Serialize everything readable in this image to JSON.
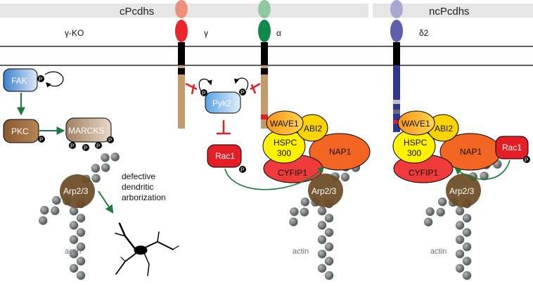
{
  "headers": {
    "cpcdhs": "cPcdhs",
    "ncpcdhs": "ncPcdhs"
  },
  "labels": {
    "gamma_ko": "γ-KO",
    "gamma": "γ",
    "alpha": "α",
    "delta2": "δ2",
    "phospho": "P",
    "actin_left": "actin",
    "actin_mid": "actin",
    "actin_right": "actin",
    "defective_line1": "defective",
    "defective_line2": "dendritic",
    "defective_line3": "arborization"
  },
  "proteins": {
    "fak": "FAK",
    "pkc": "PKC",
    "marcks": "MARCKS",
    "pyk2": "Pyk2",
    "rac1_mid": "Rac1",
    "rac1_right": "Rac1",
    "wave1_mid": "WAVE1",
    "wave1_right": "WAVE1",
    "abi2_mid": "ABI2",
    "abi2_right": "ABI2",
    "hspc_line1": "HSPC",
    "hspc_line2": "300",
    "nap1_mid": "NAP1",
    "nap1_right": "NAP1",
    "cyfip1_mid": "CYFIP1",
    "cyfip1_right": "CYFIP1",
    "arp23_left": "Arp2/3",
    "arp23_mid": "Arp2/3",
    "arp23_right": "Arp2/3"
  },
  "colors": {
    "header_bar": "#e6e6e6",
    "gamma_head": "#e8262c",
    "gamma_head_faded": "#f0907a",
    "alpha_head": "#0f8a4a",
    "alpha_head_faded": "#8fc9a0",
    "delta_head": "#5b5fae",
    "delta_head_faded": "#a6a8d2",
    "tail": "#c49a6c",
    "membrane": "#000000",
    "inhibit": "#e8262c",
    "activate": "#1d7a3e",
    "fak": "#4f8fd1",
    "pkc": "#9b6a3f",
    "marcks": "#c4a789",
    "pyk2": "#7fb6e6",
    "rac1": "#e31e24",
    "wave1": "#f6a623",
    "abi2": "#fbd300",
    "hspc": "#fff200",
    "nap1": "#f26522",
    "cyfip1": "#ef3b3b",
    "arp23": "#6b4a24",
    "actin": "#6d6e71",
    "delta_tail": "#2b3990"
  }
}
